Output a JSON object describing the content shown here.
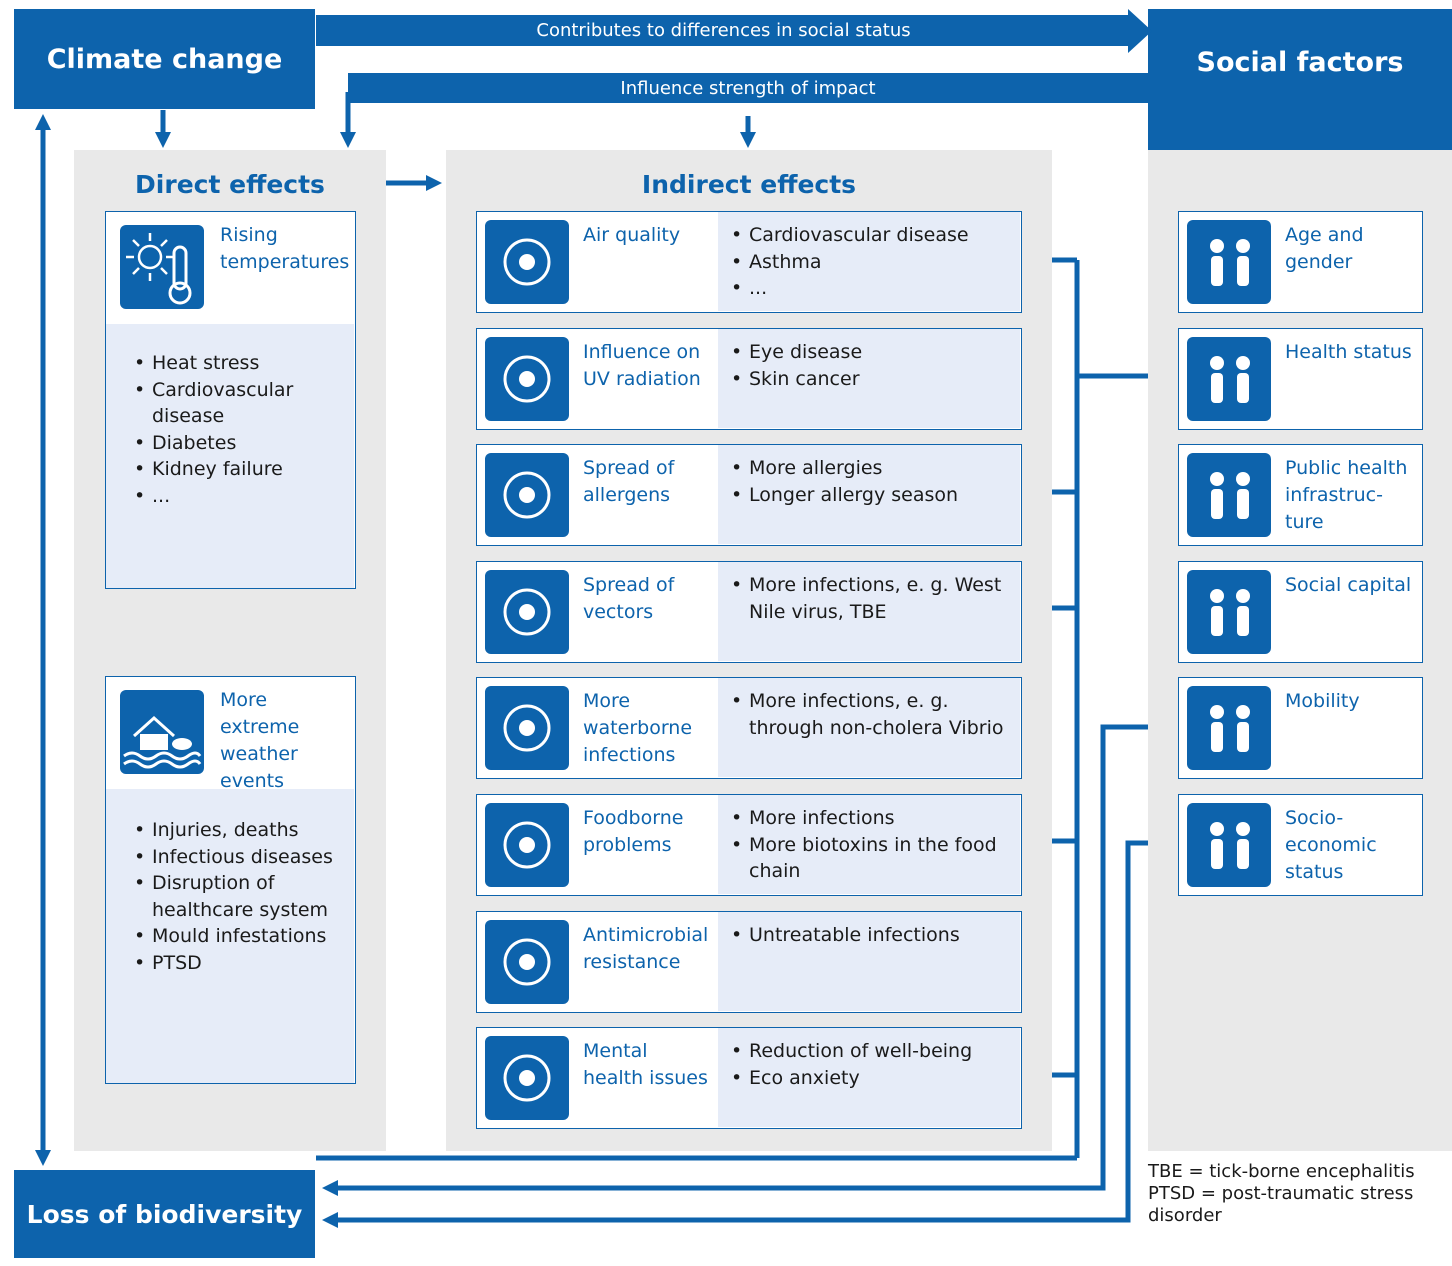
{
  "colors": {
    "blue": "#0d63ac",
    "panel_grey": "#e9e9e9",
    "list_bg": "#e6ecf8"
  },
  "top": {
    "climate_change": "Climate change",
    "social_factors": "Social factors",
    "contributes": "Contributes to differences in social status",
    "influence": "Influence strength of impact",
    "loss_biodiversity": "Loss of biodiversity"
  },
  "direct": {
    "title": "Direct effects",
    "cards": [
      {
        "title": "Rising temperatures",
        "icon": "thermometer-sun-icon",
        "items": [
          "Heat stress",
          "Cardiovascular disease",
          "Diabetes",
          "Kidney failure",
          "..."
        ]
      },
      {
        "title": "More extreme weather events",
        "icon": "flood-house-icon",
        "items": [
          "Injuries, deaths",
          "Infectious diseases",
          "Disruption of healthcare system",
          "Mould infestations",
          "PTSD"
        ]
      }
    ]
  },
  "indirect": {
    "title": "Indirect effects",
    "cards": [
      {
        "title": "Air quality",
        "icon": "factory-smoke-icon",
        "items": [
          "Cardiovascular disease",
          "Asthma",
          "..."
        ]
      },
      {
        "title": "Influence on UV radiation",
        "icon": "uv-sun-icon",
        "items": [
          "Eye disease",
          "Skin cancer"
        ]
      },
      {
        "title": "Spread of allergens",
        "icon": "sneezing-person-icon",
        "items": [
          "More allergies",
          "Longer allergy season"
        ]
      },
      {
        "title": "Spread of vectors",
        "icon": "tick-icon",
        "items": [
          "More infections, e. g. West Nile virus, TBE"
        ]
      },
      {
        "title": "More waterborne infections",
        "icon": "bacteria-water-icon",
        "items": [
          "More infections, e. g. through non-cholera Vibrio"
        ]
      },
      {
        "title": "Foodborne problems",
        "icon": "food-icon",
        "items": [
          "More infections",
          "More biotoxins in the food chain"
        ]
      },
      {
        "title": "Antimicrobial resistance",
        "icon": "pills-microbes-icon",
        "items": [
          "Untreatable infections"
        ]
      },
      {
        "title": "Mental health issues",
        "icon": "sitting-person-icon",
        "items": [
          "Reduction of well-being",
          "Eco anxiety"
        ]
      }
    ]
  },
  "social": {
    "cards": [
      {
        "title": "Age and gender",
        "icon": "people-icon"
      },
      {
        "title": "Health status",
        "icon": "cross-smileys-icon"
      },
      {
        "title": "Public health infrastruc-ture",
        "icon": "media-icon"
      },
      {
        "title": "Social capital",
        "icon": "helping-hands-icon"
      },
      {
        "title": "Mobility",
        "icon": "mobility-icon"
      },
      {
        "title": "Socio-economic status",
        "icon": "money-icon"
      }
    ]
  },
  "footnote": {
    "tbe": "TBE = tick-borne encephalitis",
    "ptsd": "PTSD = post-traumatic stress disorder"
  }
}
